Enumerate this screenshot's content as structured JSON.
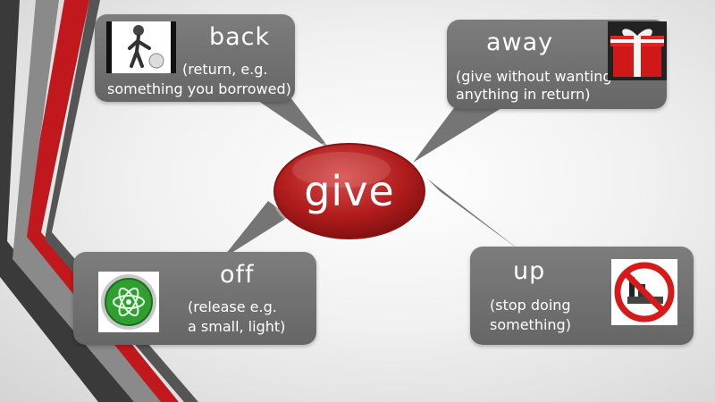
{
  "center": {
    "label": "give"
  },
  "nodes": {
    "back": {
      "word": "back",
      "desc_line1": "(return, e.g.",
      "desc_line2": "something you borrowed)",
      "icon": "person-pushing-ball-icon"
    },
    "away": {
      "word": "away",
      "desc_line1": "(give without wanting",
      "desc_line2": "anything in return)",
      "icon": "gift-box-icon"
    },
    "off": {
      "word": "off",
      "desc_line1": "(release e.g.",
      "desc_line2": "a small, light)",
      "icon": "atom-icon"
    },
    "up": {
      "word": "up",
      "desc_line1": "(stop doing",
      "desc_line2": "something)",
      "icon": "no-smoking-drinking-icon"
    }
  },
  "colors": {
    "bubble": "#707070",
    "center": "#b01c1c",
    "stripe_red": "#c0181c",
    "stripe_dark": "#3a3a3a"
  }
}
